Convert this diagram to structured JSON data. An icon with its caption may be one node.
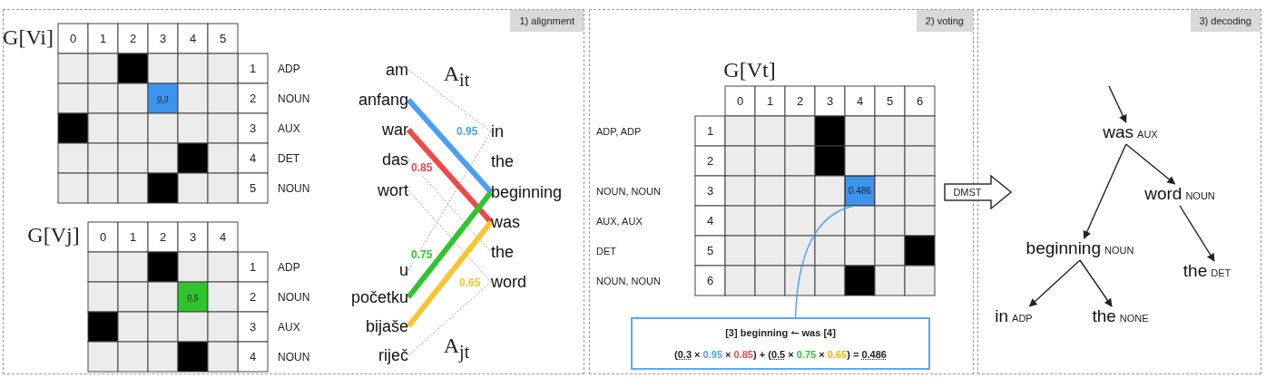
{
  "diagram": {
    "nodes": [
      {
        "text": [
          "1) alignment"
        ]
      },
      {
        "text": [
          "am"
        ],
        "in": 0
      },
      {
        "text": [
          "anfang"
        ],
        "in": 0
      },
      {
        "text": [
          "war"
        ],
        "in": 0
      },
      {
        "text": [
          "das"
        ],
        "in": 0
      },
      {
        "text": [
          "wort"
        ],
        "in": 0
      },
      {
        "text": [
          "u"
        ],
        "in": 0
      },
      {
        "text": [
          "početku"
        ],
        "in": 0
      },
      {
        "text": [
          "bijaše"
        ],
        "in": 0
      },
      {
        "text": [
          "riječ"
        ],
        "in": 0
      },
      {
        "text": [
          "in"
        ],
        "in": 0
      },
      {
        "text": [
          "the"
        ],
        "in": 0
      },
      {
        "text": [
          "beginning"
        ],
        "in": 0
      },
      {
        "text": [
          "was"
        ],
        "in": 0
      },
      {
        "text": [
          "the"
        ],
        "in": 0
      },
      {
        "text": [
          "word"
        ],
        "in": 0
      },
      {
        "text": [
          "2) voting"
        ]
      },
      {
        "text": [
          "0.486"
        ],
        "in": 16
      },
      {
        "text": [
          "[3] beginning ↼ was [4]",
          "(0.3 × 0.95 × 0.85) + (0.5 × 0.75 × 0.65) = 0.486"
        ],
        "in": 16
      },
      {
        "text": [
          "DMST"
        ]
      },
      {
        "text": [
          "3) decoding"
        ]
      },
      {
        "text": [
          "was",
          "AUX"
        ],
        "in": 20
      },
      {
        "text": [
          "word",
          "NOUN"
        ],
        "in": 20
      },
      {
        "text": [
          "beginning",
          "NOUN"
        ],
        "in": 20
      },
      {
        "text": [
          "the",
          "DET"
        ],
        "in": 20
      },
      {
        "text": [
          "in",
          "ADP"
        ],
        "in": 20
      },
      {
        "text": [
          "the",
          "NONE"
        ],
        "in": 20
      }
    ],
    "edges": [
      {
        "from": 1,
        "to": 10,
        "arrow": "none",
        "style": "dashed",
        "color": "#888888"
      },
      {
        "from": 2,
        "to": 12,
        "arrow": "none",
        "style": "thick",
        "color": "#4a9ff5",
        "label": "0.95"
      },
      {
        "from": 3,
        "to": 13,
        "arrow": "none",
        "style": "thick",
        "color": "#f04848",
        "label": "0.85"
      },
      {
        "from": 4,
        "to": 14,
        "arrow": "none",
        "style": "dashed",
        "color": "#888888"
      },
      {
        "from": 5,
        "to": 15,
        "arrow": "none",
        "style": "dashed",
        "color": "#888888"
      },
      {
        "from": 6,
        "to": 10,
        "arrow": "none",
        "style": "dashed",
        "color": "#888888"
      },
      {
        "from": 7,
        "to": 12,
        "arrow": "none",
        "style": "thick",
        "color": "#2ec52e",
        "label": "0.75"
      },
      {
        "from": 8,
        "to": 13,
        "arrow": "none",
        "style": "thick",
        "color": "#f7c531",
        "label": "0.65"
      },
      {
        "from": 9,
        "to": 15,
        "arrow": "none",
        "style": "dashed",
        "color": "#888888"
      },
      {
        "from": 17,
        "to": 18,
        "arrow": "none",
        "color": "#4a9ff5"
      },
      {
        "from": null,
        "to": 21,
        "arrow": "to"
      },
      {
        "from": 21,
        "to": 23,
        "arrow": "to"
      },
      {
        "from": 21,
        "to": 22,
        "arrow": "to"
      },
      {
        "from": 22,
        "to": 24,
        "arrow": "to"
      },
      {
        "from": 23,
        "to": 25,
        "arrow": "to"
      },
      {
        "from": 23,
        "to": 26,
        "arrow": "to"
      }
    ],
    "labels": [
      "G[Vi]",
      "0",
      "1",
      "2",
      "3",
      "4",
      "5",
      "1",
      "ADP",
      "0.3",
      "2",
      "NOUN",
      "3",
      "AUX",
      "4",
      "DET",
      "5",
      "NOUN",
      "G[Vj]",
      "0",
      "1",
      "2",
      "3",
      "4",
      "1",
      "ADP",
      "0.5",
      "2",
      "NOUN",
      "3",
      "AUX",
      "4",
      "NOUN",
      "A$_{it}$",
      "A$_{jt}$",
      "G[Vt]",
      "0",
      "1",
      "2",
      "3",
      "4",
      "5",
      "6",
      "ADP, ADP",
      "1",
      "2",
      "NOUN, NOUN",
      "3",
      "AUX, AUX",
      "4",
      "DET",
      "5",
      "NOUN, NOUN",
      "6"
    ]
  }
}
